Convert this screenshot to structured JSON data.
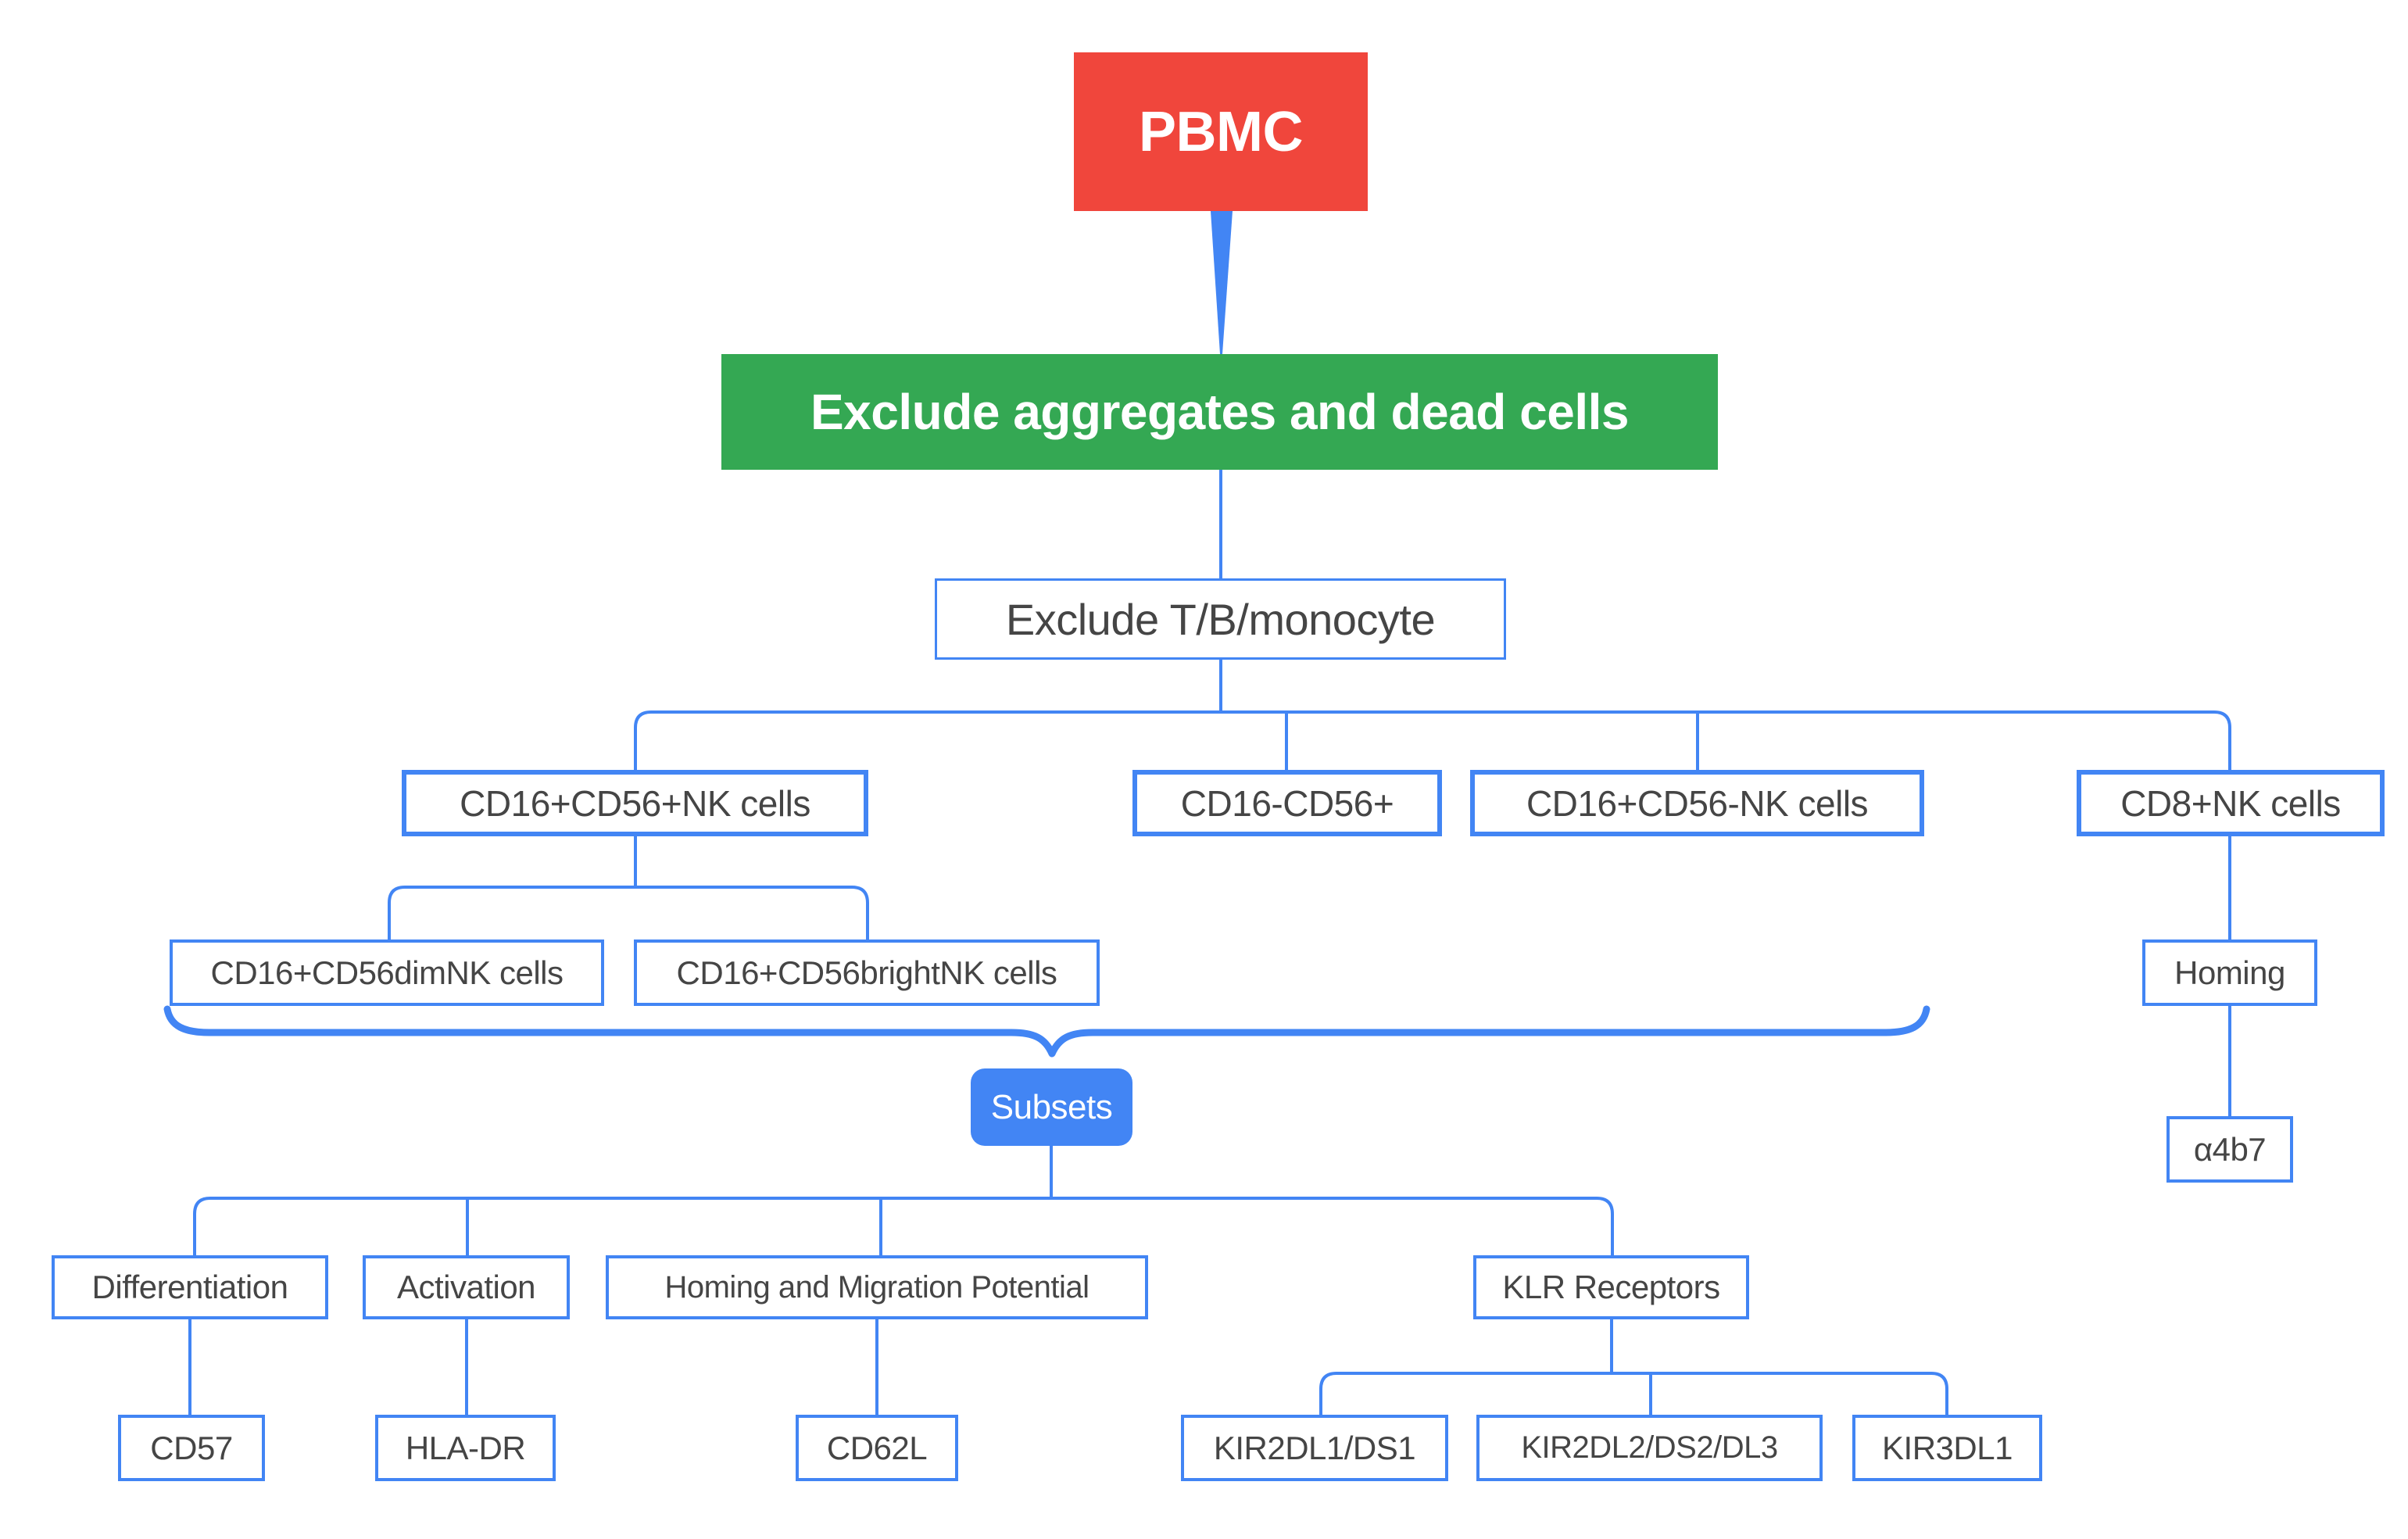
{
  "palette": {
    "red": "#F0463C",
    "green": "#34A853",
    "blue": "#4285F4",
    "box_text": "#454545"
  },
  "nodes": {
    "pbmc": {
      "label": "PBMC"
    },
    "exclude_aggregates": {
      "label": "Exclude aggregates and dead cells"
    },
    "exclude_tbm": {
      "label": "Exclude T/B/monocyte"
    },
    "level1": [
      {
        "label": "CD16+CD56+NK cells"
      },
      {
        "label": "CD16-CD56+"
      },
      {
        "label": "CD16+CD56-NK cells"
      },
      {
        "label": "CD8+NK cells"
      }
    ],
    "level2": [
      {
        "label": "CD16+CD56dimNK cells"
      },
      {
        "label": "CD16+CD56brightNK cells"
      }
    ],
    "subsets": {
      "label": "Subsets"
    },
    "right_branch": {
      "homing": {
        "label": "Homing"
      },
      "a4b7": {
        "label": "α4b7"
      }
    },
    "categories": [
      {
        "label": "Differentiation"
      },
      {
        "label": "Activation"
      },
      {
        "label": "Homing and Migration Potential"
      },
      {
        "label": "KLR Receptors"
      }
    ],
    "markers": [
      {
        "label": "CD57"
      },
      {
        "label": "HLA-DR"
      },
      {
        "label": "CD62L"
      },
      {
        "label": "KIR2DL1/DS1"
      },
      {
        "label": "KIR2DL2/DS2/DL3"
      },
      {
        "label": "KIR3DL1"
      }
    ]
  }
}
